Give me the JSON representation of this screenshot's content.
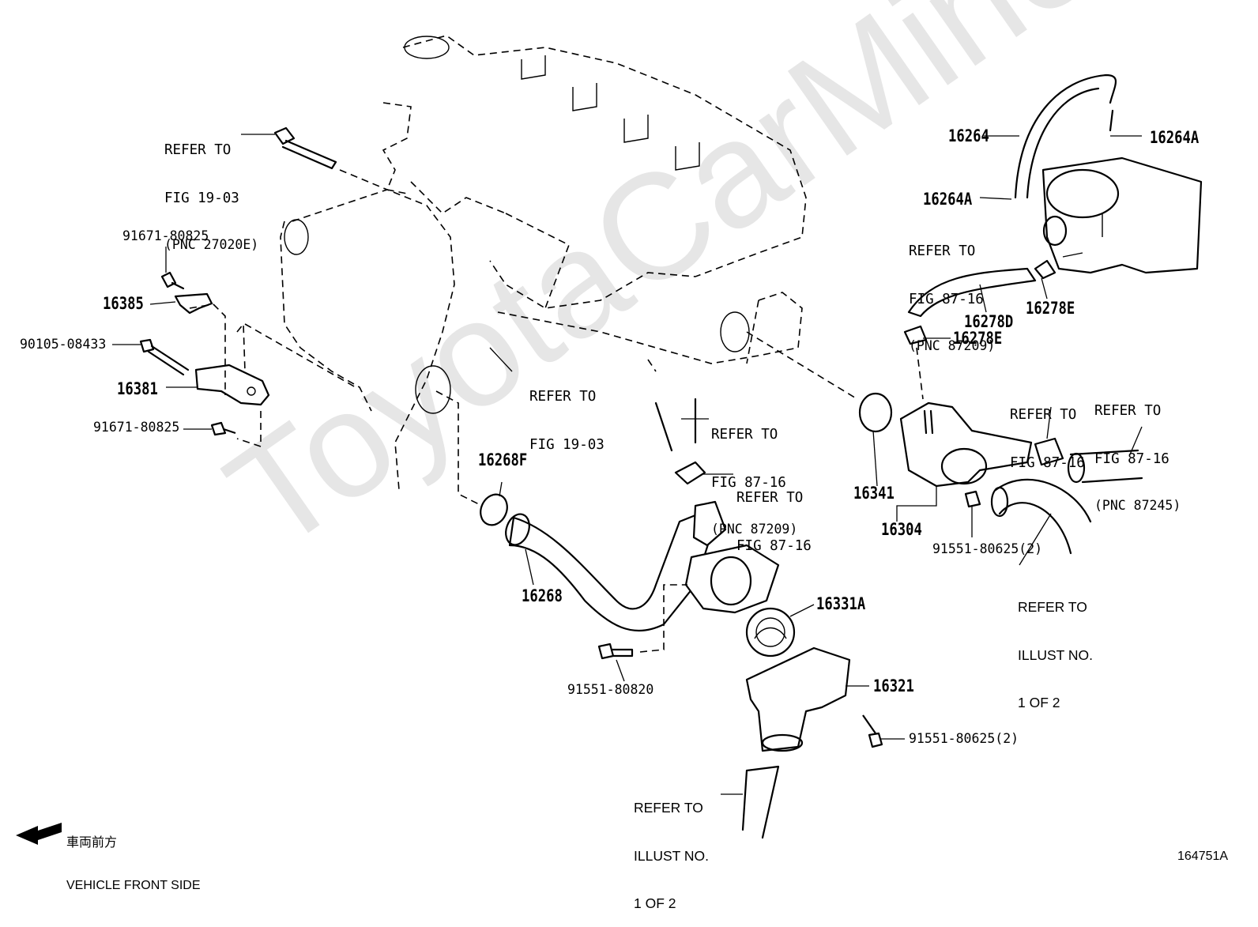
{
  "watermark": "ToyotaCarMine.ru",
  "diagram_id": "164751A",
  "front_side": {
    "jp": "車両前方",
    "en": "VEHICLE FRONT SIDE"
  },
  "parts": {
    "p16264": "16264",
    "p16264A_top": "16264A",
    "p16264A_mid": "16264A",
    "p16278D": "16278D",
    "p16278E_right": "16278E",
    "p16278E_left": "16278E",
    "p16341": "16341",
    "p16304": "16304",
    "p16268F": "16268F",
    "p16268": "16268",
    "p16331A": "16331A",
    "p16321": "16321",
    "p16385": "16385",
    "p16381": "16381",
    "bolt_91671_top": "91671-80825",
    "bolt_91671_bottom": "91671-80825",
    "bolt_90105": "90105-08433",
    "bolt_91551_80820": "91551-80820",
    "bolt_91551_80625_mid": "91551-80625(2)",
    "bolt_91551_80625_bottom": "91551-80625(2)"
  },
  "refs": {
    "ref_fig1903_top": {
      "l1": "REFER TO",
      "l2": "FIG 19-03",
      "l3": "(PNC 27020E)"
    },
    "ref_fig1903_mid": {
      "l1": "REFER TO",
      "l2": "FIG 19-03"
    },
    "ref_fig8716_pnc87209_upper": {
      "l1": "REFER TO",
      "l2": "FIG 87-16",
      "l3": "(PNC 87209)"
    },
    "ref_fig8716_pnc87209_center": {
      "l1": "REFER TO",
      "l2": "FIG 87-16",
      "l3": "(PNC 87209)"
    },
    "ref_fig8716_center": {
      "l1": "REFER TO",
      "l2": "FIG 87-16"
    },
    "ref_fig8716_right": {
      "l1": "REFER TO",
      "l2": "FIG 87-16"
    },
    "ref_fig8716_pnc87245": {
      "l1": "REFER TO",
      "l2": "FIG 87-16",
      "l3": "(PNC 87245)"
    },
    "ref_illust_right": {
      "l1": "REFER TO",
      "l2": "ILLUST NO.",
      "l3": "1 OF 2"
    },
    "ref_illust_bottom": {
      "l1": "REFER TO",
      "l2": "ILLUST NO.",
      "l3": "1 OF 2"
    }
  }
}
